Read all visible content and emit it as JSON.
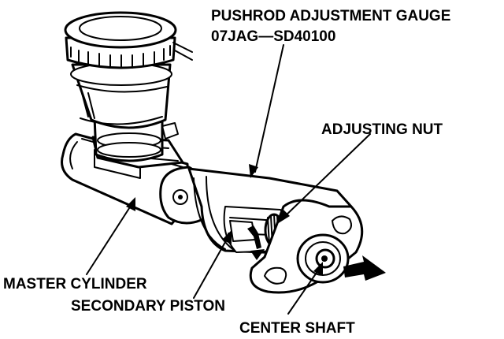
{
  "labels": {
    "gauge_name": "PUSHROD ADJUSTMENT GAUGE",
    "gauge_part": "07JAG—SD40100",
    "adjusting_nut": "ADJUSTING NUT",
    "master_cylinder": "MASTER CYLINDER",
    "secondary_piston": "SECONDARY PISTON",
    "center_shaft": "CENTER SHAFT"
  },
  "colors": {
    "ink": "#000000",
    "paper": "#ffffff"
  }
}
